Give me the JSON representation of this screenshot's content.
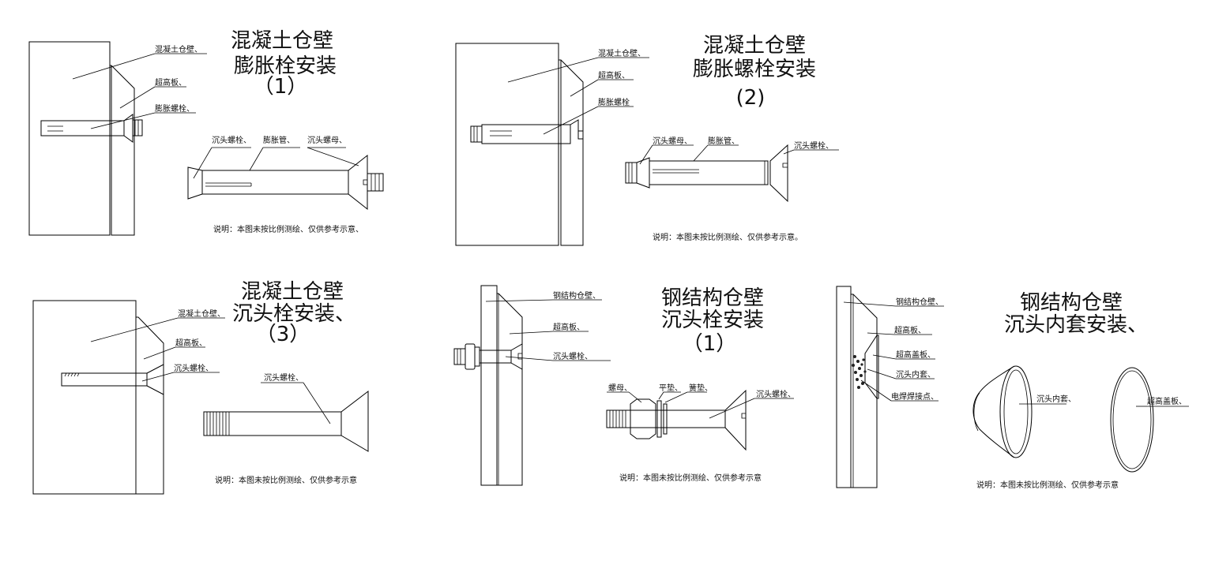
{
  "panels": [
    {
      "title": [
        "混凝土仓壁",
        "膨胀栓安装",
        "（1）"
      ],
      "labels": [
        "混凝土仓壁、",
        "超高板、",
        "膨胀螺栓、",
        "沉头螺栓、",
        "膨胀管、",
        "沉头螺母、"
      ],
      "note": "说明：本图未按比例测绘、仅供参考示意、"
    },
    {
      "title": [
        "混凝土仓壁",
        "膨胀螺栓安装",
        "(2)"
      ],
      "labels": [
        "混凝土仓壁、",
        "超高板、",
        "膨胀螺栓",
        "沉头螺母、",
        "膨胀管、",
        "沉头螺栓、"
      ],
      "note": "说明：本图未按比例测绘、仅供参考示意。"
    },
    {
      "title": [
        "混凝土仓壁",
        "沉头栓安装、",
        "（3）"
      ],
      "labels": [
        "混凝土仓壁、",
        "超高板、",
        "沉头螺栓、",
        "沉头螺栓、"
      ],
      "note": "说明：本图未按比例测绘、仅供参考示意"
    },
    {
      "title": [
        "钢结构仓壁",
        "沉头栓安装",
        "（1）"
      ],
      "labels": [
        "钢结构仓壁、",
        "超高板、",
        "沉头螺栓、",
        "螺母、",
        "平垫、",
        "簧垫、",
        "沉头螺栓、"
      ],
      "note": "说明：本图未按比例测绘、仅供参考示意"
    },
    {
      "title": [
        "钢结构仓壁",
        "沉头内套安装、"
      ],
      "labels": [
        "钢结构仓壁、",
        "超高板、",
        "超高盖板、",
        "沉头内套、",
        "电焊焊接点、",
        "沉头内套、",
        "超高盖板、"
      ],
      "note": "说明：本图未按比例测绘、仅供参考示意"
    }
  ]
}
